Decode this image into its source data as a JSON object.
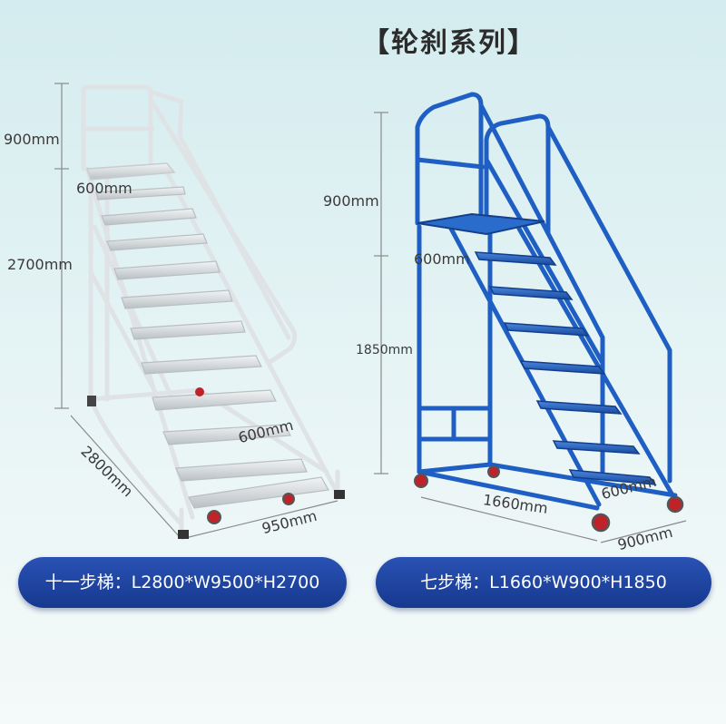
{
  "title": "【轮刹系列】",
  "left_ladder": {
    "dim_top_height": "900mm",
    "dim_platform_depth": "600mm",
    "dim_height": "2700mm",
    "dim_step_width": "600mm",
    "dim_length": "2800mm",
    "dim_width": "950mm",
    "spec_label": "十一步梯：L2800*W9500*H2700",
    "frame_color": "#e8ebec"
  },
  "right_ladder": {
    "dim_top_height": "900mm",
    "dim_platform_depth": "600mm",
    "dim_height": "1850mm",
    "dim_step_width": "600mm",
    "dim_length": "1660mm",
    "dim_width": "900mm",
    "spec_label": "七步梯：L1660*W900*H1850",
    "frame_color": "#1f5fc4"
  },
  "accent_colors": {
    "pill_blue": "#1c44a0",
    "wheel_red": "#c0222a"
  }
}
